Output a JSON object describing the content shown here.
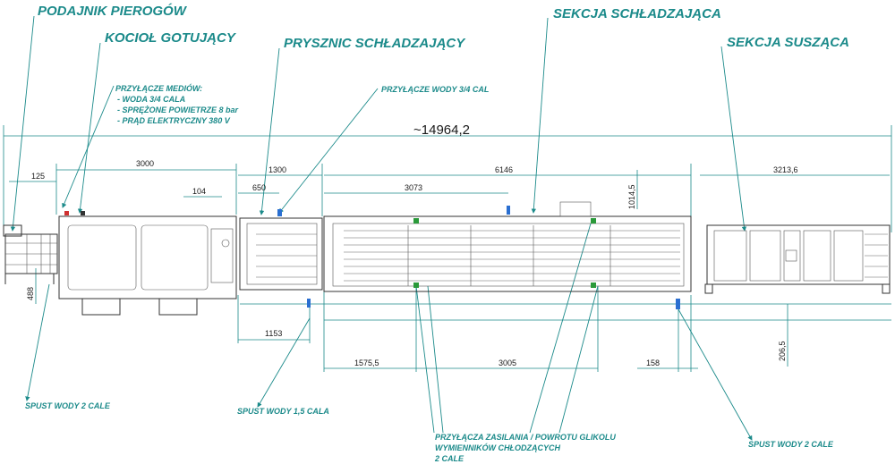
{
  "sections": {
    "feeder": "PODAJNIK PIEROGÓW",
    "boiler": "KOCIOŁ GOTUJĄCY",
    "shower": "PRYSZNIC SCHŁADZAJĄCY",
    "cooling": "SEKCJA SCHŁADZAJĄCA",
    "drying": "SEKCJA SUSZĄCA"
  },
  "notes": {
    "media_title": "PRZYŁĄCZE MEDIÓW:",
    "media_items": [
      "- WODA 3/4 CALA",
      "- SPRĘŻONE POWIETRZE 8 bar",
      "- PRĄD ELEKTRYCZNY 380 V"
    ],
    "water_inlet": "PRZYŁĄCZE WODY 3/4 CAL",
    "drain_left": "SPUST WODY 2 CALE",
    "drain_shower": "SPUST WODY 1,5 CALA",
    "drain_right": "SPUST WODY 2 CALE",
    "glycol_lines": [
      "PRZYŁĄCZA ZASILANIA / POWROTU GLIKOLU",
      "WYMIENNIKÓW CHŁODZĄCYCH",
      "2 CALE"
    ]
  },
  "dimensions": {
    "total": "~14964,2",
    "d3000": "3000",
    "d125": "125",
    "d104": "104",
    "d1300": "1300",
    "d650": "650",
    "d6146": "6146",
    "d3073": "3073",
    "d3213": "3213,6",
    "d1014": "1014,5",
    "d488": "488",
    "d1153": "1153",
    "d1575": "1575,5",
    "d3005": "3005",
    "d158": "158",
    "d206": "206,5"
  }
}
